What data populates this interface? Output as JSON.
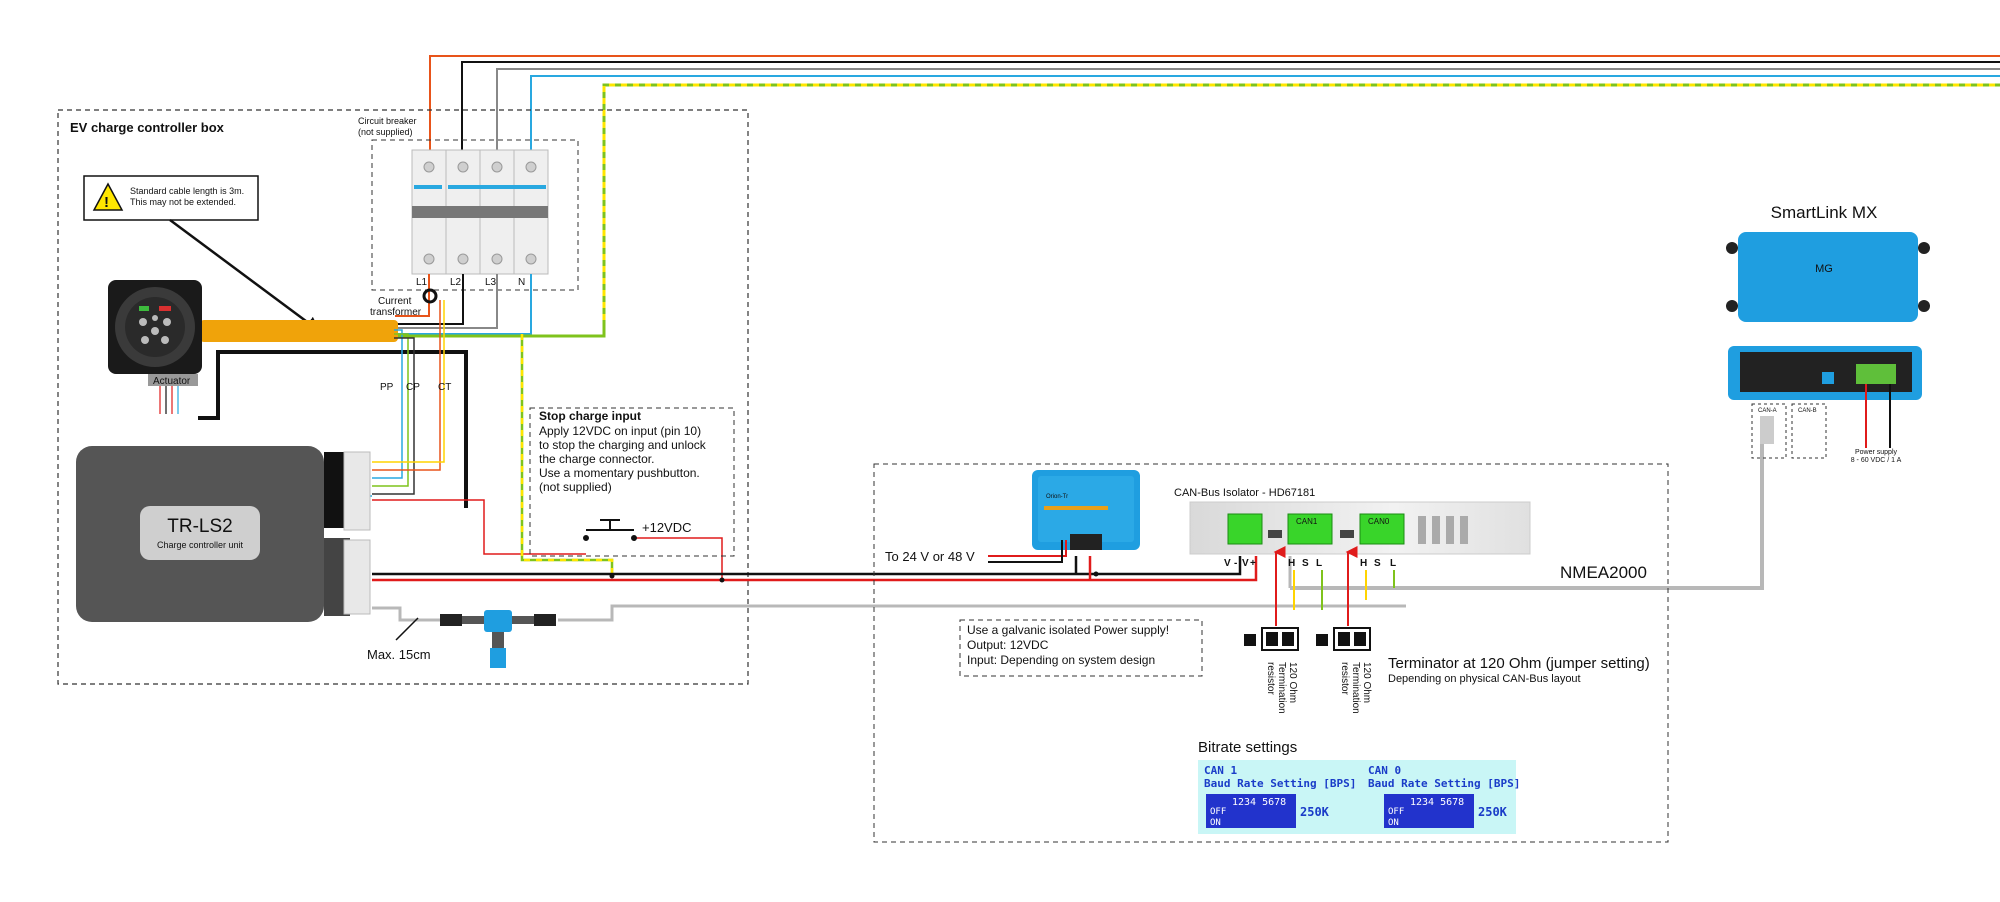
{
  "diagram": {
    "title": "EV charge controller box",
    "warning_text": [
      "Standard cable length is 3m.",
      "This may not be extended."
    ],
    "circuit_breaker_label": [
      "Circuit breaker",
      "(not supplied)"
    ],
    "breaker_terminals": [
      "L1",
      "L2",
      "L3",
      "N"
    ],
    "current_transformer_label": [
      "Current",
      "transformer"
    ],
    "signal_labels": [
      "PP",
      "CP",
      "CT"
    ],
    "actuator_label": "Actuator",
    "controller_name": "TR-LS2",
    "controller_subtitle": "Charge controller unit",
    "max_length_label": "Max. 15cm",
    "stop_charge": {
      "title": "Stop charge input",
      "lines": [
        "Apply 12VDC on input (pin 10)",
        "to stop the charging and unlock",
        " the charge connector.",
        "Use a momentary pushbutton.",
        "(not supplied)"
      ],
      "voltage": "+12VDC"
    },
    "smartlink_title": "SmartLink MX",
    "smartlink_ports": [
      "CAN-A",
      "CAN-B"
    ],
    "power_supply_label": [
      "Power supply",
      "8 - 60 VDC / 1 A"
    ],
    "to_supply_label": "To 24 V or 48 V",
    "isolator_title": "CAN-Bus Isolator - HD67181",
    "can_labels": [
      "CAN1",
      "CAN0"
    ],
    "isolator_pins": [
      "V",
      "-",
      "V",
      "+",
      "H",
      "S",
      "L",
      "H",
      "S",
      "L"
    ],
    "nmea_label": "NMEA2000",
    "psu_note": [
      "Use a galvanic isolated Power supply!",
      "Output: 12VDC",
      "Input: Depending on system design"
    ],
    "termination_label": [
      "120 Ohm",
      "Termination",
      "resistor"
    ],
    "terminator_title": "Terminator at 120 Ohm (jumper setting)",
    "terminator_subtitle": "Depending on physical CAN-Bus layout",
    "bitrate_title": "Bitrate settings",
    "bitrate_blocks": [
      {
        "name": "CAN 1",
        "heading": "Baud Rate Setting [BPS]",
        "value": "250K"
      },
      {
        "name": "CAN 0",
        "heading": "Baud Rate Setting [BPS]",
        "value": "250K"
      }
    ],
    "dip_digits": "1234 5678",
    "dip_off": "OFF",
    "dip_on": "ON",
    "colors": {
      "l1": "#e8541a",
      "l2": "#111111",
      "l3": "#888888",
      "n": "#29a8e0",
      "pe": "#7fc31c",
      "pe_stripe": "#ffe600",
      "red": "#e01b1b",
      "orange_cable": "#f0a30a",
      "victron_blue": "#1f9ee0",
      "grey_cable": "#b8b8b8"
    }
  }
}
